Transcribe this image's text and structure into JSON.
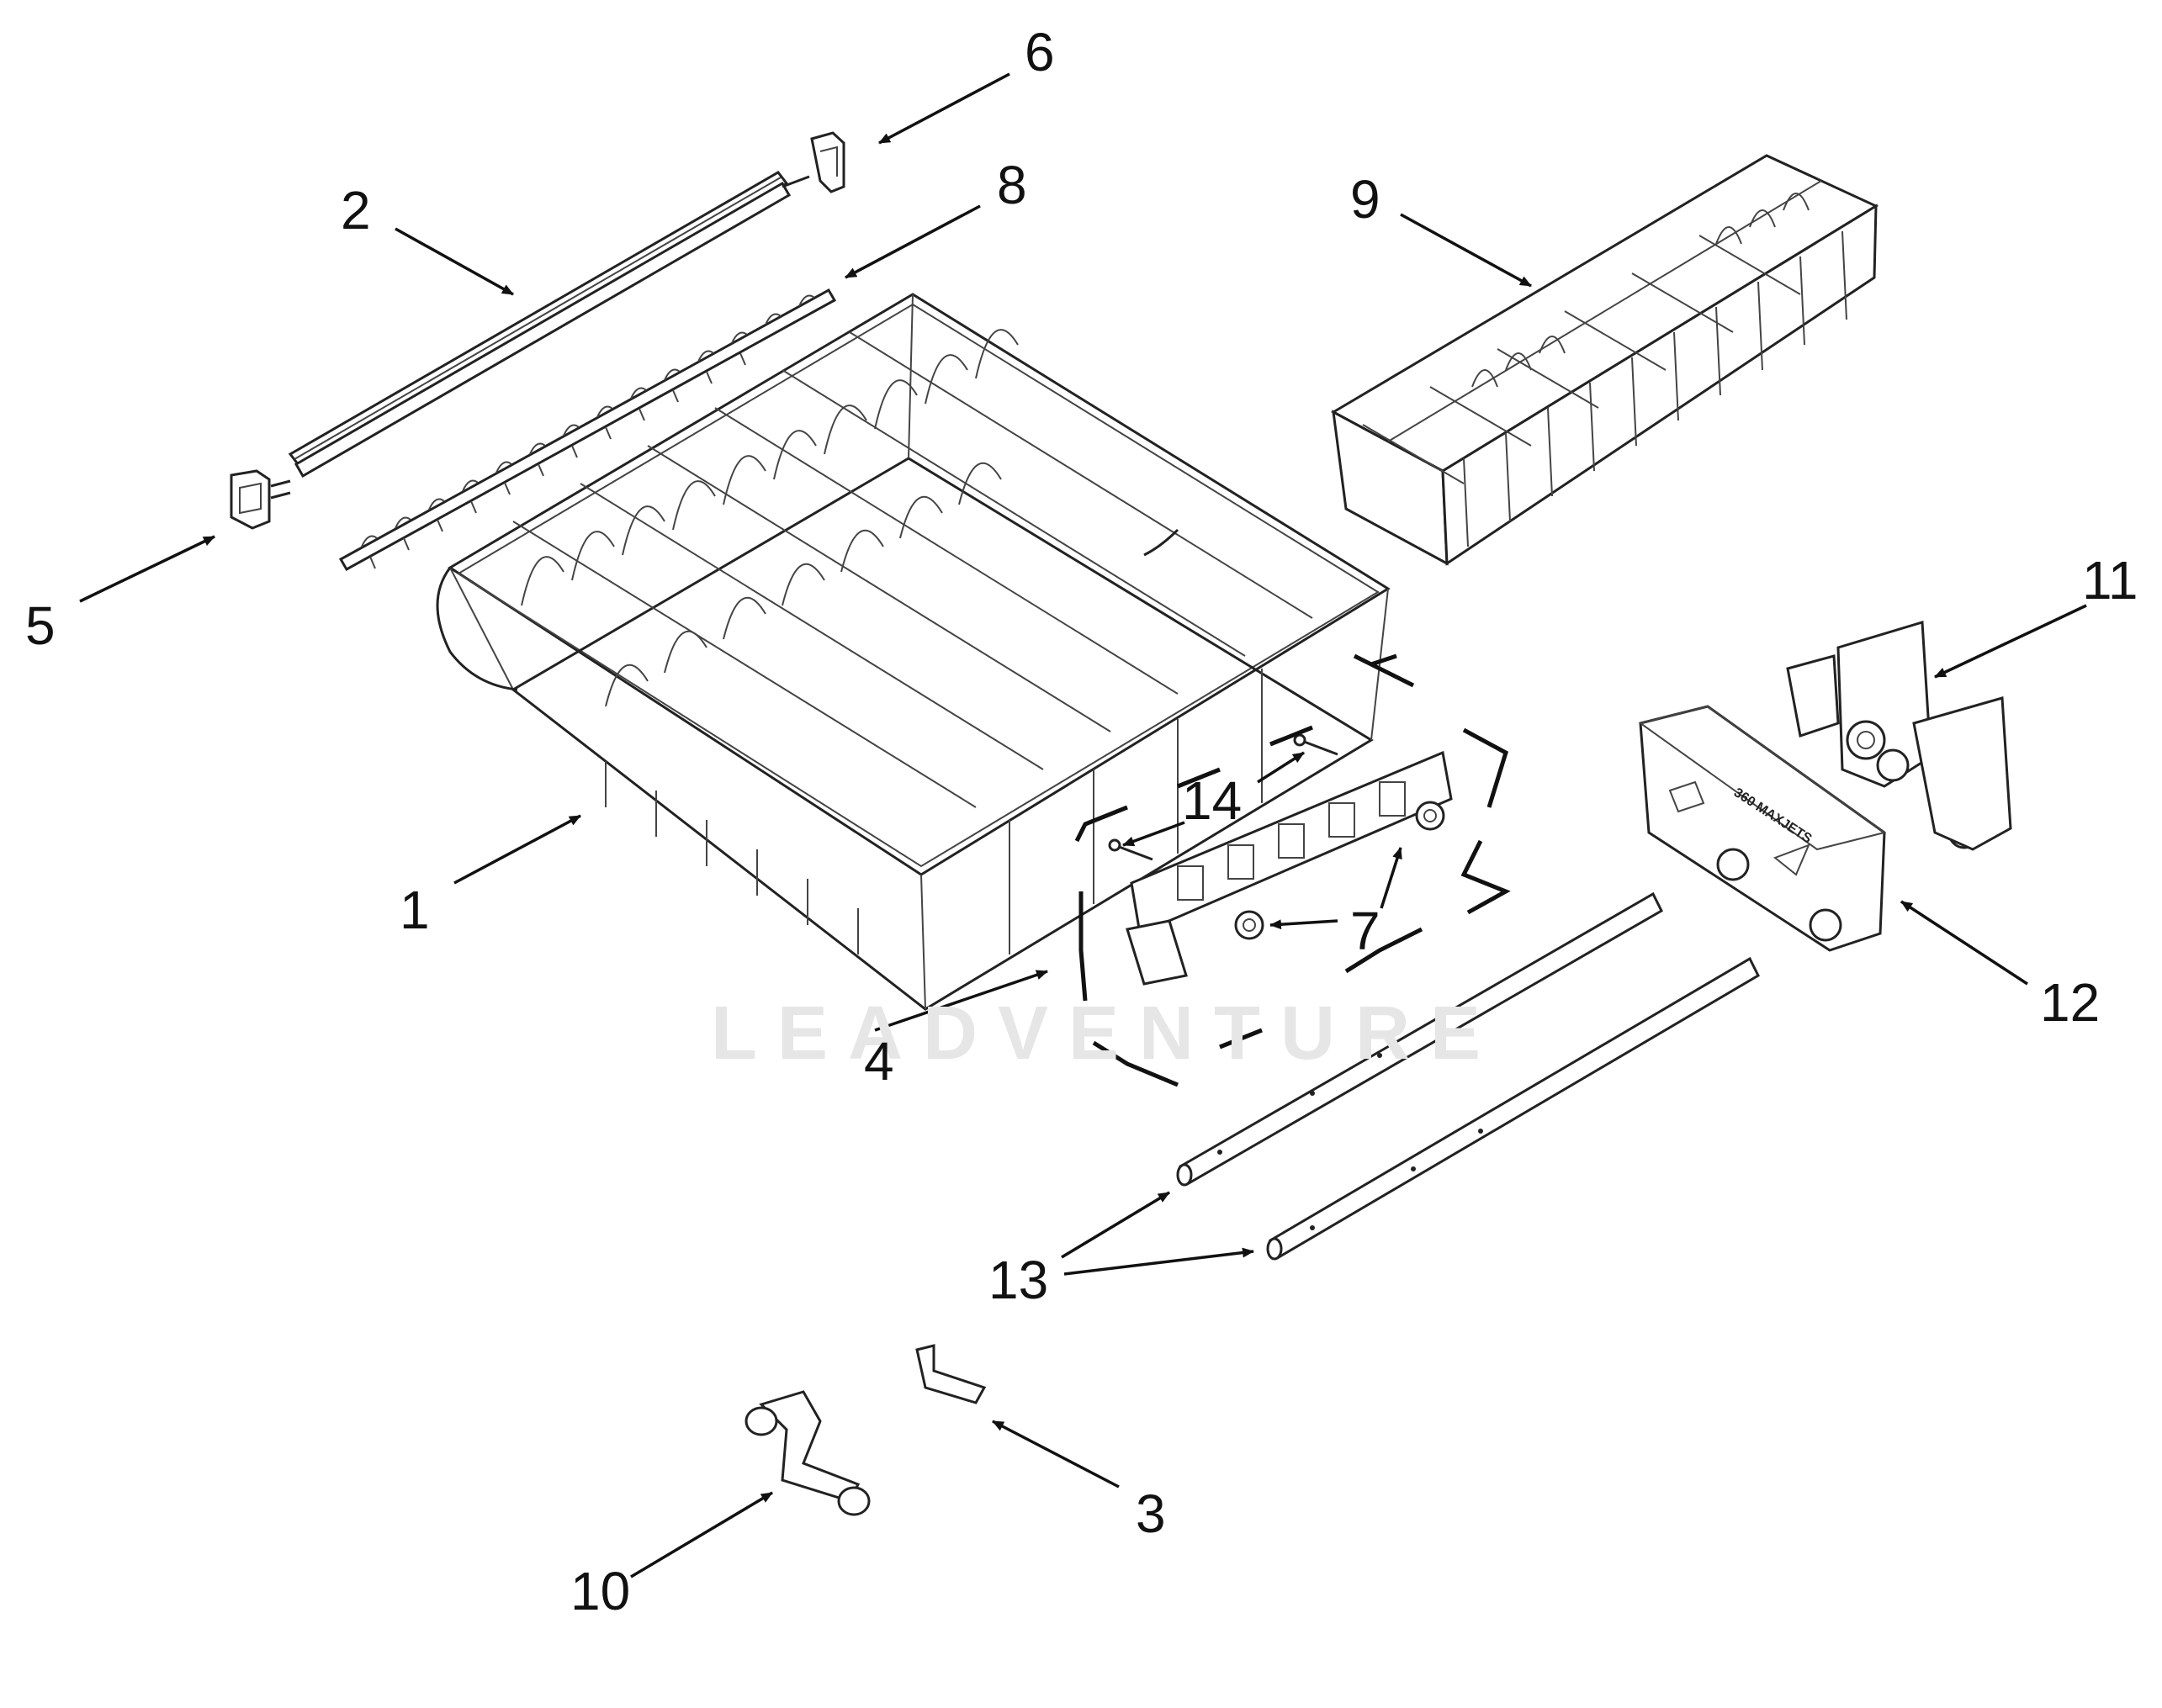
{
  "watermark": "LEADVENTURE",
  "logo_text": "360 MAXJETS",
  "callouts": [
    {
      "id": "1",
      "label": "1",
      "part": "upper-rack"
    },
    {
      "id": "2",
      "label": "2",
      "part": "rack-slide-rail"
    },
    {
      "id": "3",
      "label": "3",
      "part": "clip"
    },
    {
      "id": "4",
      "label": "4",
      "part": "rack-adjuster-assembly"
    },
    {
      "id": "5",
      "label": "5",
      "part": "rail-end-cap"
    },
    {
      "id": "6",
      "label": "6",
      "part": "rail-stop"
    },
    {
      "id": "7",
      "label": "7",
      "part": "rack-wheels"
    },
    {
      "id": "8",
      "label": "8",
      "part": "tine-row"
    },
    {
      "id": "9",
      "label": "9",
      "part": "third-level-rack"
    },
    {
      "id": "10",
      "label": "10",
      "part": "wheel-assembly"
    },
    {
      "id": "11",
      "label": "11",
      "part": "gear-mechanism"
    },
    {
      "id": "12",
      "label": "12",
      "part": "manifold-cover"
    },
    {
      "id": "13",
      "label": "13",
      "part": "spray-tubes"
    },
    {
      "id": "14",
      "label": "14",
      "part": "screws"
    }
  ]
}
